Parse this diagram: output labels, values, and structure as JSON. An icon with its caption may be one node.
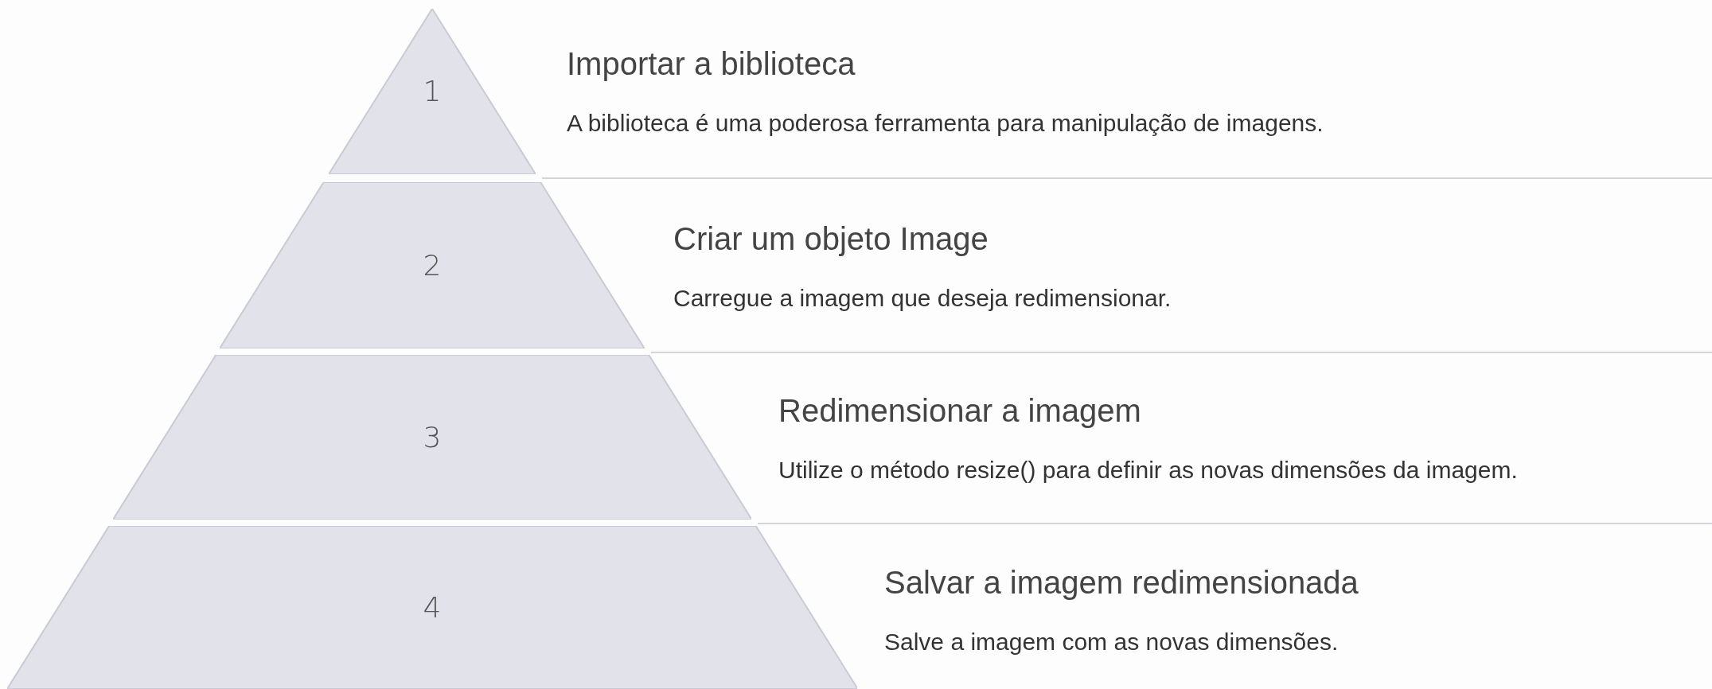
{
  "diagram": {
    "nodes": [
      {
        "text": [
          "1"
        ],
        "beside": [
          "Importar a biblioteca",
          "A biblioteca é uma poderosa ferramenta para manipulação de imagens."
        ]
      },
      {
        "text": [
          "2"
        ],
        "beside": [
          "Criar um objeto Image",
          "Carregue a imagem que deseja redimensionar."
        ]
      },
      {
        "text": [
          "3"
        ],
        "beside": [
          "Redimensionar a imagem",
          "Utilize o método resize() para definir as novas dimensões da imagem."
        ]
      },
      {
        "text": [
          "4"
        ],
        "beside": [
          "Salvar a imagem redimensionada",
          "Salve a imagem com as novas dimensões."
        ]
      }
    ]
  }
}
